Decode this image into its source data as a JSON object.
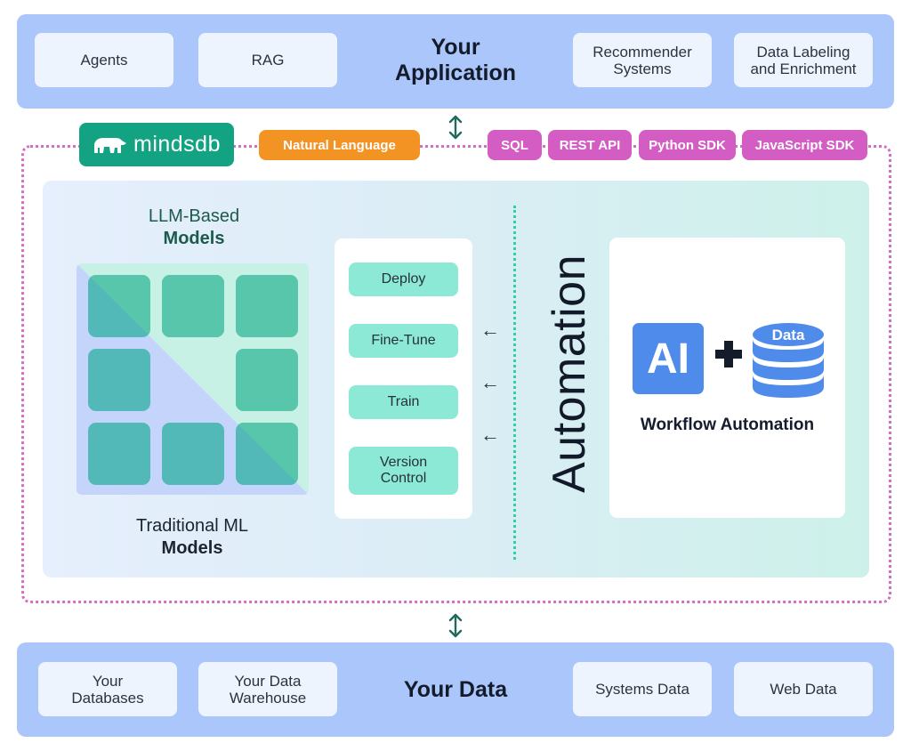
{
  "application": {
    "title": "Your\nApplication",
    "items": [
      {
        "label": "Agents"
      },
      {
        "label": "RAG"
      },
      {
        "label": "Recommender\nSystems"
      },
      {
        "label": "Data Labeling\nand Enrichment"
      }
    ]
  },
  "connectors": {
    "logo_text": "mindsdb",
    "natural_language": "Natural Language",
    "interfaces": [
      {
        "label": "SQL"
      },
      {
        "label": "REST API"
      },
      {
        "label": "Python SDK"
      },
      {
        "label": "JavaScript SDK"
      }
    ]
  },
  "models": {
    "llm_line1": "LLM-Based",
    "llm_line2": "Models",
    "traditional_line1": "Traditional ML",
    "traditional_line2": "Models",
    "grid_tiles": 8
  },
  "actions": [
    {
      "label": "Deploy"
    },
    {
      "label": "Fine-Tune"
    },
    {
      "label": "Train"
    },
    {
      "label": "Version\nControl"
    }
  ],
  "automation": {
    "label": "Automation",
    "ai_badge": "AI",
    "db_label": "Data",
    "title": "Workflow Automation"
  },
  "data": {
    "title": "Your Data",
    "items": [
      {
        "label": "Your\nDatabases"
      },
      {
        "label": "Your Data\nWarehouse"
      },
      {
        "label": "Systems Data"
      },
      {
        "label": "Web Data"
      }
    ]
  },
  "colors": {
    "band": "#abc6fb",
    "mindsdb_green": "#13a383",
    "natural_language_orange": "#f39324",
    "interface_pink": "#d45dc3",
    "action_teal": "#8ce9d6",
    "ai_blue": "#4f8bea",
    "connector_arrow": "#1f6b5c"
  }
}
